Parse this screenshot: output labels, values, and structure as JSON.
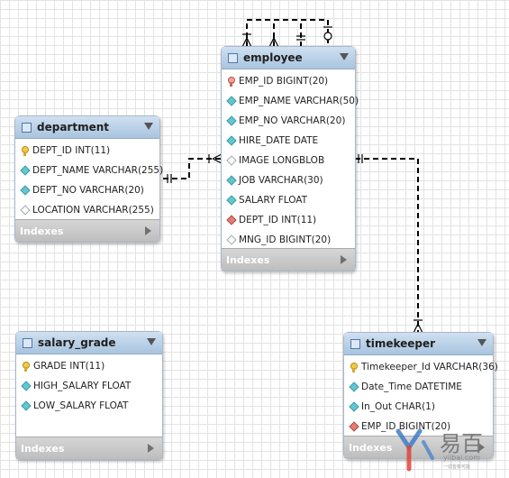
{
  "tables": {
    "department": {
      "title": "department",
      "footer": "Indexes",
      "rows": [
        {
          "text": "DEPT_ID INT(11)",
          "icon": "key"
        },
        {
          "text": "DEPT_NAME VARCHAR(255)",
          "icon": "attr"
        },
        {
          "text": "DEPT_NO VARCHAR(20)",
          "icon": "attr"
        },
        {
          "text": "LOCATION VARCHAR(255)",
          "icon": "nullable"
        }
      ]
    },
    "employee": {
      "title": "employee",
      "footer": "Indexes",
      "rows": [
        {
          "text": "EMP_ID BIGINT(20)",
          "icon": "pk"
        },
        {
          "text": "EMP_NAME VARCHAR(50)",
          "icon": "attr"
        },
        {
          "text": "EMP_NO VARCHAR(20)",
          "icon": "attr"
        },
        {
          "text": "HIRE_DATE DATE",
          "icon": "attr"
        },
        {
          "text": "IMAGE LONGBLOB",
          "icon": "nullable"
        },
        {
          "text": "JOB VARCHAR(30)",
          "icon": "attr"
        },
        {
          "text": "SALARY FLOAT",
          "icon": "attr"
        },
        {
          "text": "DEPT_ID INT(11)",
          "icon": "fk"
        },
        {
          "text": "MNG_ID BIGINT(20)",
          "icon": "nullable"
        }
      ]
    },
    "salary_grade": {
      "title": "salary_grade",
      "footer": "Indexes",
      "rows": [
        {
          "text": "GRADE INT(11)",
          "icon": "key"
        },
        {
          "text": "HIGH_SALARY FLOAT",
          "icon": "attr"
        },
        {
          "text": "LOW_SALARY FLOAT",
          "icon": "attr"
        }
      ]
    },
    "timekeeper": {
      "title": "timekeeper",
      "footer": "Indexes",
      "rows": [
        {
          "text": "Timekeeper_Id VARCHAR(36)",
          "icon": "key"
        },
        {
          "text": "Date_Time DATETIME",
          "icon": "attr"
        },
        {
          "text": "In_Out CHAR(1)",
          "icon": "attr"
        },
        {
          "text": "EMP_ID BIGINT(20)",
          "icon": "fk"
        }
      ]
    }
  },
  "watermark": {
    "brand_cn": "易百",
    "url": "yiibai.com",
    "slogan": "一切皆有可能"
  },
  "colors": {
    "header": "#a9c4df",
    "footer": "#bdbdbd",
    "link": "#000000",
    "logo_blue": "#3f7cc6",
    "logo_red": "#e0453a"
  }
}
